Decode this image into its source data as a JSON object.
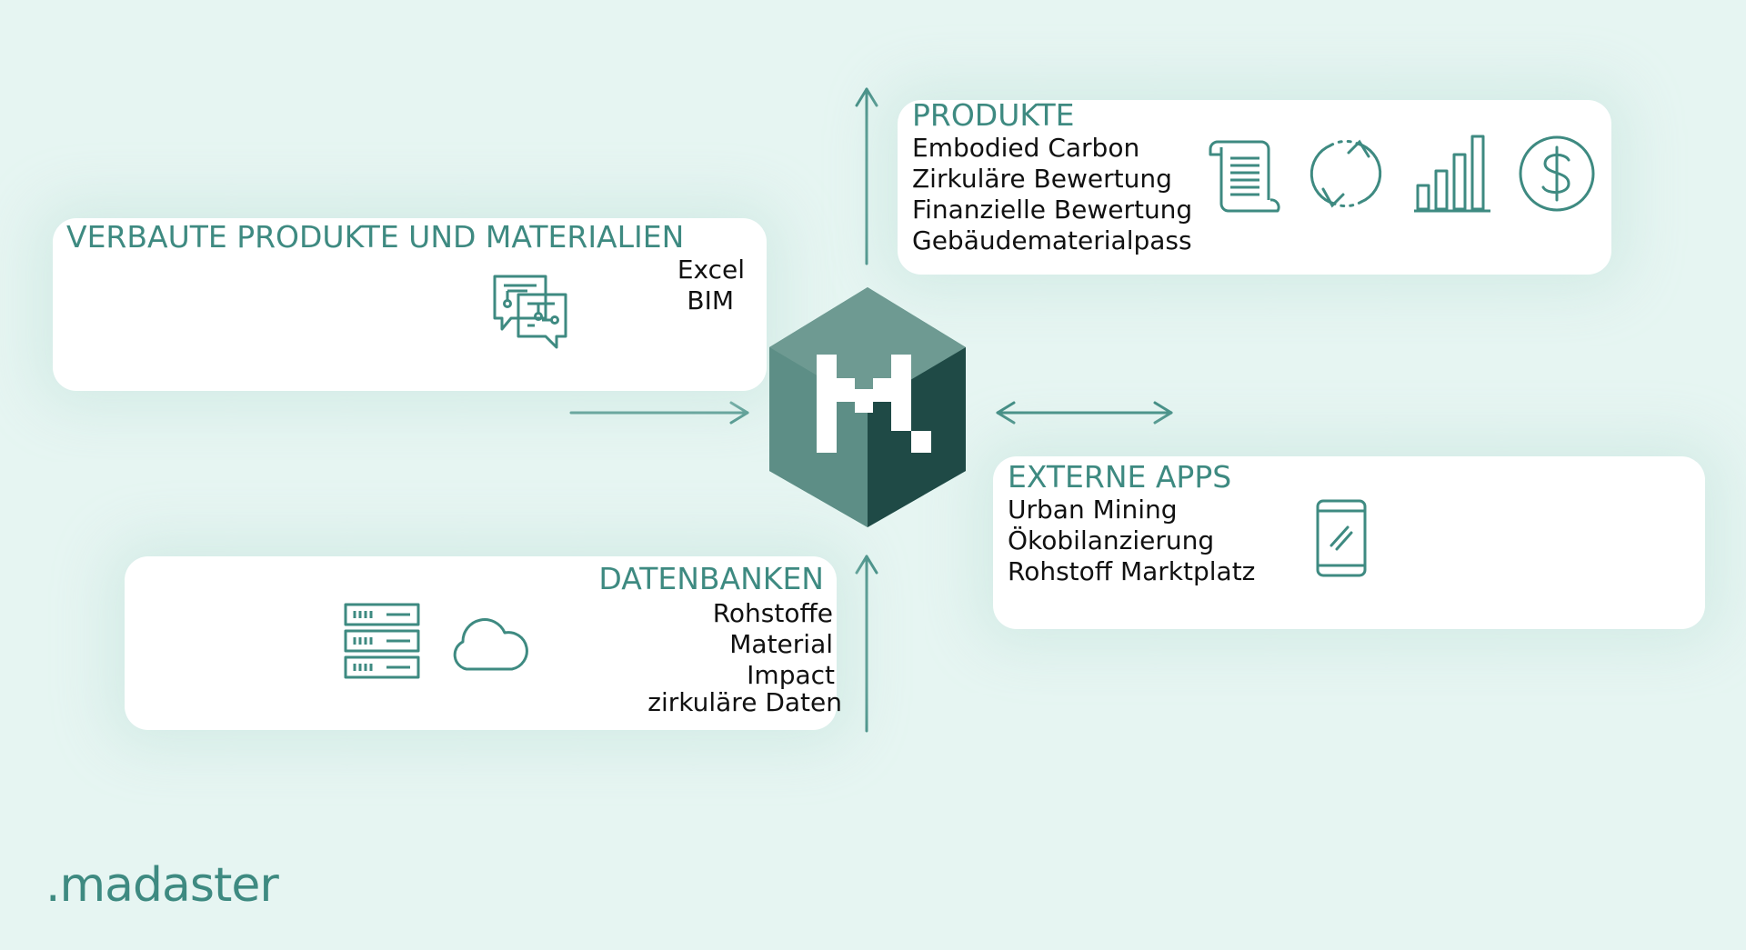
{
  "inputs": {
    "title": "VERBAUTE PRODUKTE UND MATERIALIEN",
    "items": [
      "Excel",
      "BIM"
    ]
  },
  "databases": {
    "title": "DATENBANKEN",
    "items": [
      "Rohstoffe",
      "Material",
      "Impact",
      "zirkuläre Daten"
    ]
  },
  "products": {
    "title": "PRODUKTE",
    "items": [
      "Embodied Carbon",
      "Zirkuläre Bewertung",
      "Finanzielle Bewertung",
      "Gebäudematerialpass"
    ]
  },
  "external_apps": {
    "title": "EXTERNE APPS",
    "items": [
      "Urban Mining",
      "Ökobilanzierung",
      "Rohstoff Marktplatz"
    ]
  },
  "brand": {
    "wordmark": ".madaster"
  },
  "icons": {
    "inputs": [
      "circuit-chat-icon"
    ],
    "databases": [
      "server-icon",
      "cloud-icon"
    ],
    "products": [
      "document-icon",
      "refresh-cycle-icon",
      "bar-chart-icon",
      "dollar-coin-icon"
    ],
    "external_apps": [
      "mobile-phone-icon"
    ],
    "center": "madaster-cube-logo"
  },
  "colors": {
    "background": "#e6f5f2",
    "accent": "#3e8a81",
    "cube_top": "#5d8e86",
    "cube_side": "#1f4a46",
    "text": "#111111"
  }
}
